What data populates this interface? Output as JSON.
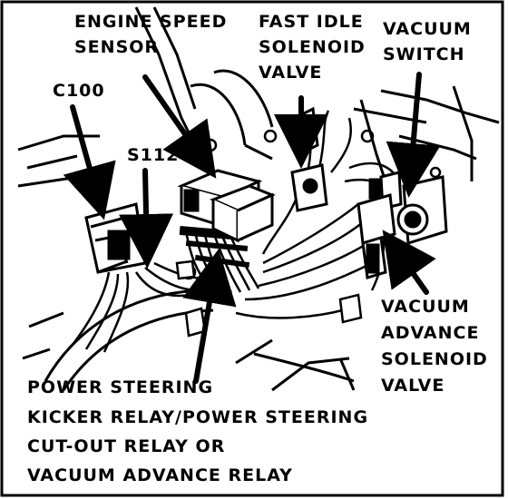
{
  "labels": {
    "engine_speed_sensor": [
      "ENGINE SPEED",
      "SENSOR"
    ],
    "fast_idle": [
      "FAST IDLE",
      "SOLENOID",
      "VALVE"
    ],
    "vacuum_switch": [
      "VACUUM",
      "SWITCH"
    ],
    "c100": "C100",
    "s112": "S112",
    "vacuum_advance": [
      "VACUUM",
      "ADVANCE",
      "SOLENOID",
      "VALVE"
    ],
    "power_steering": [
      "POWER STEERING",
      "KICKER RELAY/POWER STEERING",
      "CUT-OUT RELAY OR",
      "VACUUM ADVANCE RELAY"
    ]
  },
  "colors": {
    "ink": "#000000",
    "paper": "#ffffff"
  }
}
